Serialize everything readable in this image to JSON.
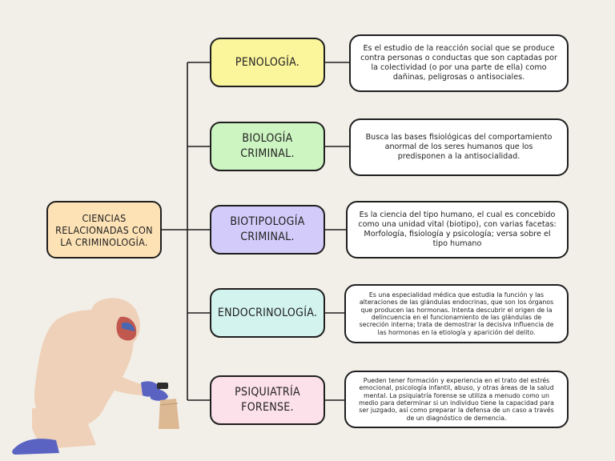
{
  "root": {
    "label": "CIENCIAS RELACIONADAS CON LA CRIMINOLOGÍA.",
    "color": "#fde2b6"
  },
  "nodes": [
    {
      "label": "PENOLOGÍA.",
      "color": "#fbf59c",
      "description": "Es el estudio de la reacción social que se produce contra personas o conductas que son captadas por la colectividad (o por una parte de ella) como dañinas, peligrosas o antisociales."
    },
    {
      "label": "BIOLOGÍA CRIMINAL.",
      "color": "#cdf5c2",
      "description": "Busca las bases fisiológicas del comportamiento anormal de los seres humanos  que los predisponen a la antisocialidad."
    },
    {
      "label": "BIOTIPOLOGÍA CRIMINAL.",
      "color": "#d3ccfa",
      "description": "Es la ciencia del tipo humano, el cual es concebido como una unidad vital (biotipo), con varias facetas: Morfología, fisiología y psicología; versa sobre el tipo humano"
    },
    {
      "label": "ENDOCRINOLOGÍA.",
      "color": "#d3f3ee",
      "description": "Es una especialidad médica que estudia la función y las alteraciones de las glándulas endocrinas, que son los órganos que producen las hormonas. Intenta descubrir el origen de la delincuencia en el funcionamiento de las glándulas de secreción interna; trata de demostrar la decisiva influencia de las hormonas en la etiología y aparición del delito."
    },
    {
      "label": "PSIQUIATRÍA FORENSE.",
      "color": "#fce0ea",
      "description": "Pueden tener formación y experiencia en el trato del estrés emocional, psicología infantil, abuso, y otras áreas de la salud mental. La psiquiatría forense se utiliza a menudo como un medio para determinar si un individuo tiene la capacidad para ser juzgado, así como preparar la defensa de un caso a través de un diagnóstico de demencia."
    }
  ],
  "illustration": {
    "icon": "forensic-investigator-icon",
    "suit_color": "#efd0b8",
    "glove_color": "#5a63c2",
    "bag_color": "#dcb893"
  }
}
